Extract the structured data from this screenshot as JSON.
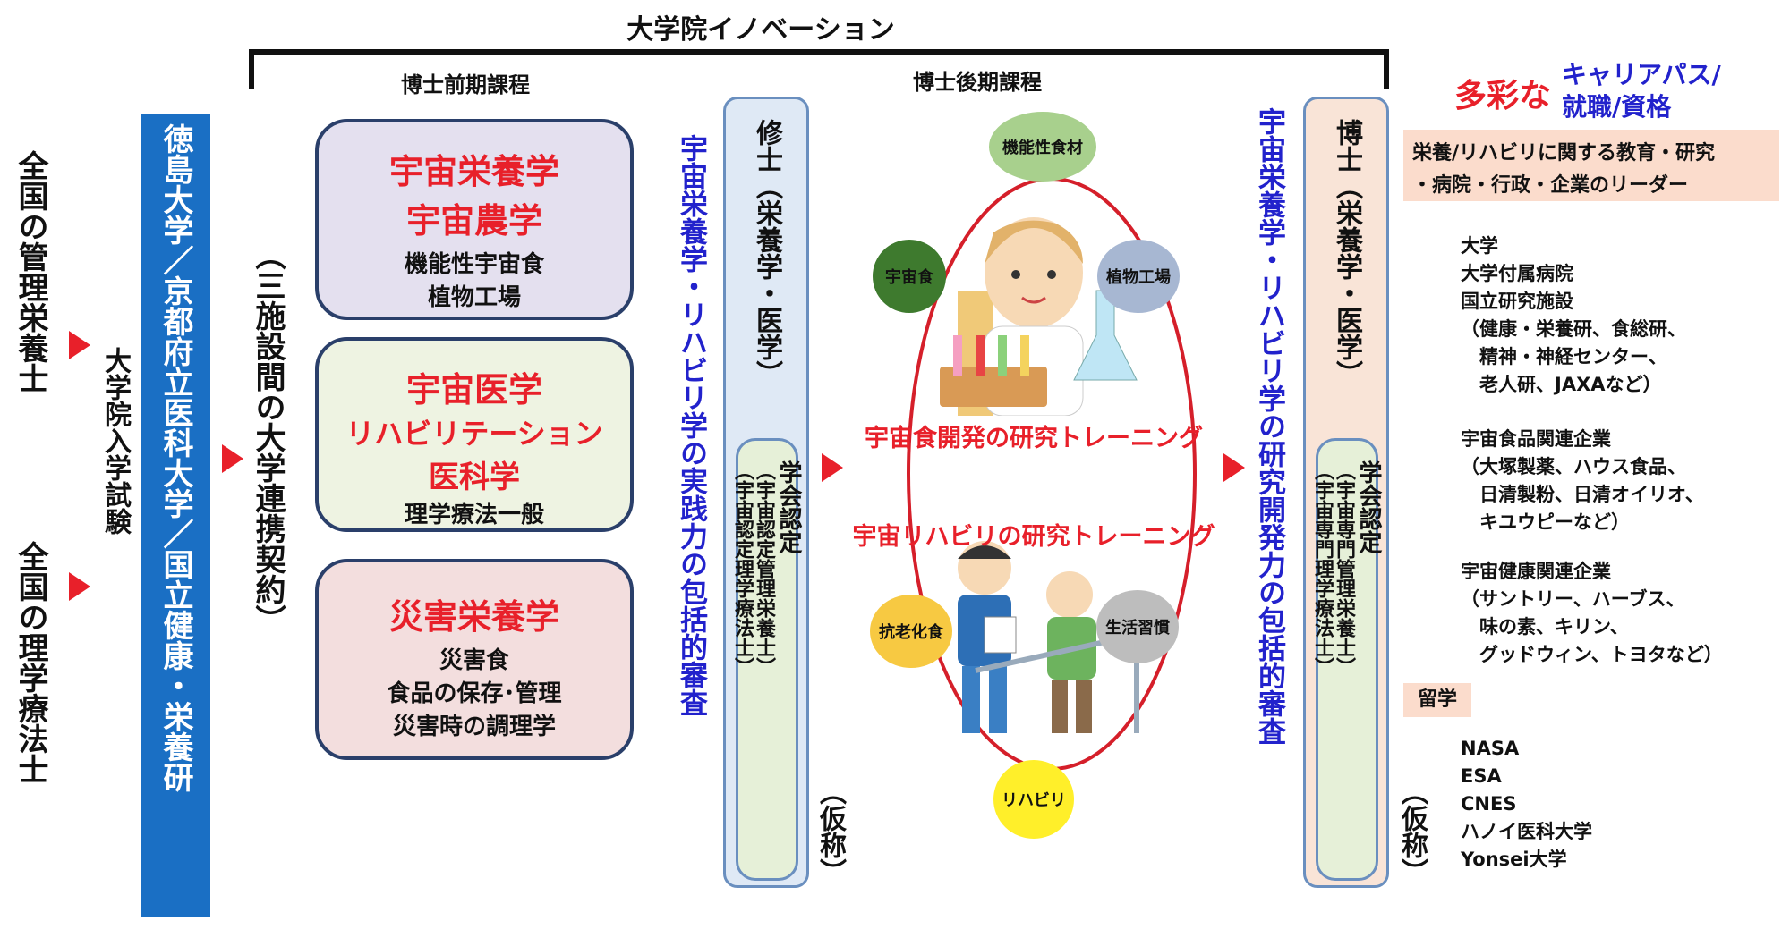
{
  "header": {
    "title": "大学院イノベーション",
    "master_label": "博士前期課程",
    "doctor_label": "博士後期課程"
  },
  "left": {
    "col1": "全国の管理栄養士",
    "col2": "全国の理学療法士",
    "exam": "大学院入学試験",
    "blue_bar": "徳島大学／京都府立医科大学／国立健康・栄養研",
    "agreement": "（三施設間の大学連携契約）"
  },
  "courses": [
    {
      "title1": "宇宙栄養学",
      "title2": "宇宙農学",
      "lines": [
        "機能性宇宙食",
        "植物工場"
      ]
    },
    {
      "title1": "宇宙医学",
      "title2": "リハビリテーション",
      "title3": "医科学",
      "lines": [
        "理学療法一般"
      ]
    },
    {
      "title1": "災害栄養学",
      "lines": [
        "災害食",
        "食品の保存･管理",
        "災害時の調理学"
      ]
    }
  ],
  "master": {
    "vertical_blue": "宇宙栄養学・リハビリ学の実践力の包括的審査",
    "degree": "修士（栄養学・医学）",
    "cert_main": "学会認定",
    "cert_sub1": "（宇宙認定管理栄養士）",
    "cert_sub2": "（宇宙認定理学療法士）",
    "tentative": "（仮称）"
  },
  "center": {
    "bubble_top": "機能性食材",
    "bubble_left": "宇宙食",
    "bubble_right": "植物工場",
    "bubble_lower_left": "抗老化食",
    "bubble_lower_right": "生活習慣",
    "bubble_bottom": "リハビリ",
    "training1": "宇宙食開発の研究トレーニング",
    "training2": "宇宙リハビリの研究トレーニング"
  },
  "doctor": {
    "vertical_blue": "宇宙栄養学・リハビリ学の研究開発力の包括的審査",
    "degree": "博士（栄養学・医学）",
    "cert_main": "学会認定",
    "cert_sub1": "（宇宙専門管理栄養士）",
    "cert_sub2": "（宇宙専門理学療法士）",
    "tentative": "（仮称）"
  },
  "career": {
    "diverse": "多彩な",
    "path": "キャリアパス/",
    "path2": "就職/資格",
    "leader_line1": "栄養/リハビリに関する教育・研究",
    "leader_line2": "・病院・行政・企業のリーダー",
    "list1": [
      "大学",
      "大学付属病院",
      "国立研究施設",
      "（健康・栄養研、食総研、",
      "　精神・神経センター、",
      "　老人研、JAXAなど）"
    ],
    "list2": [
      "宇宙食品関連企業",
      "（大塚製薬、ハウス食品、",
      "　日清製粉、日清オイリオ、",
      "　キユウピーなど）"
    ],
    "list3": [
      "宇宙健康関連企業",
      "（サントリー、ハーブス、",
      "　味の素、キリン、",
      "　グッドウィン、トヨタなど）"
    ],
    "abroad": "留学",
    "list4": [
      "NASA",
      "ESA",
      "CNES",
      "ハノイ医科大学",
      "Yonsei大学"
    ]
  },
  "colors": {
    "blue_bar": "#1a6fc4",
    "red": "#e8202a",
    "blue_text": "#2222cc",
    "course1_bg": "#e4e0ef",
    "course2_bg": "#eef3e2",
    "course3_bg": "#f3dede",
    "master_box_bg": "#dfe9f5",
    "doctor_box_bg": "#f9e4d7",
    "career_bg": "#fbdccc"
  }
}
